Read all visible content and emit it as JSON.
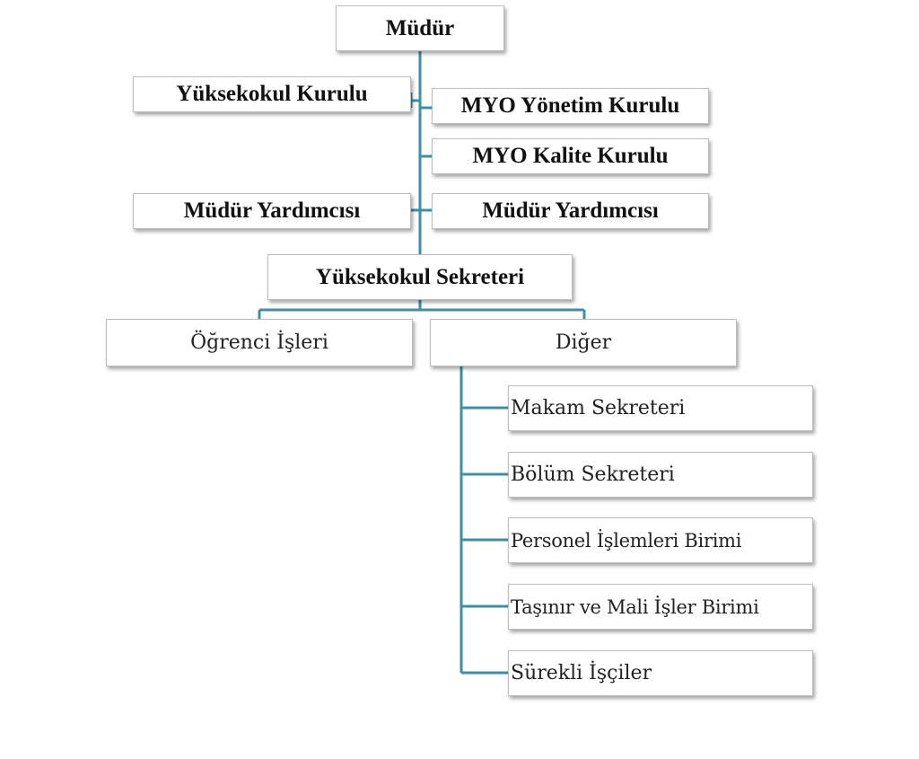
{
  "org_chart": {
    "director": "Müdür",
    "school_board": "Yüksekokul Kurulu",
    "management_board": "MYO Yönetim Kurulu",
    "quality_board": "MYO Kalite Kurulu",
    "deputy_left": "Müdür Yardımcısı",
    "deputy_right": "Müdür Yardımcısı",
    "secretary": "Yüksekokul Sekreteri",
    "student_affairs": "Öğrenci İşleri",
    "other": "Diğer",
    "other_children": [
      "Makam Sekreteri",
      "Bölüm Sekreteri",
      "Personel İşlemleri Birimi",
      "Taşınır ve Mali İşler Birimi",
      "Sürekli İşçiler"
    ]
  },
  "colors": {
    "connector": "#3f8fa6",
    "box_border": "#bdbdbd",
    "text": "#111111"
  }
}
